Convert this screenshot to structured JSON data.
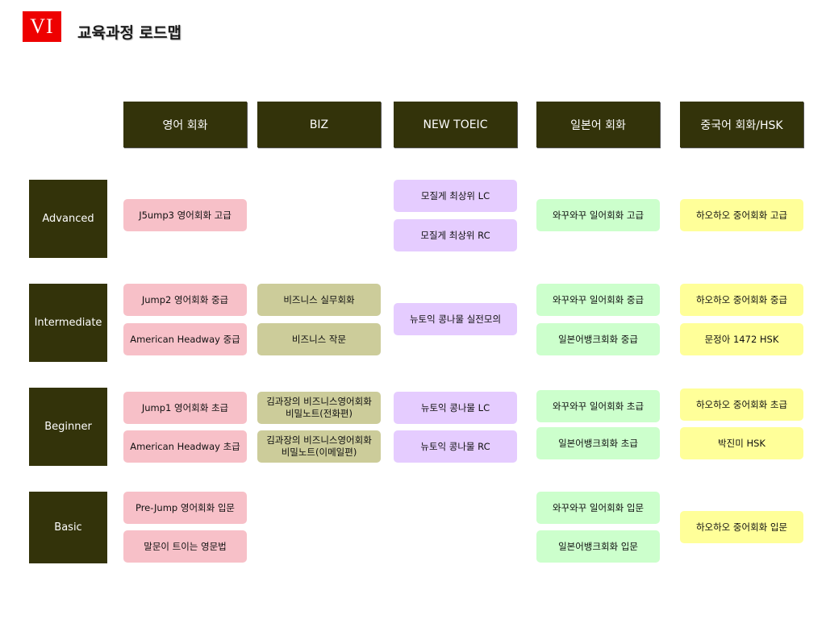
{
  "header": {
    "badge": "VI",
    "title": "교육과정 로드맵"
  },
  "columns": [
    "영어 회화",
    "BIZ",
    "NEW TOEIC",
    "일본어 회화",
    "중국어 회화/HSK"
  ],
  "levels": [
    "Advanced",
    "Intermediate",
    "Beginner",
    "Basic"
  ],
  "cells": {
    "advanced": {
      "english_1": "J5ump3 영어회화 고급",
      "toeic_1": "모질게 최상위 LC",
      "toeic_2": "모질게 최상위 RC",
      "japanese_1": "와꾸와꾸 일어회화  고급",
      "chinese_1": "하오하오 중어회화  고급"
    },
    "intermediate": {
      "english_1": "Jump2 영어회화 중급",
      "english_2": "American Headway 중급",
      "biz_1": "비즈니스 실무회화",
      "biz_2": "비즈니스 작문",
      "toeic_1": "뉴토익 콩나물 실전모의",
      "japanese_1": "와꾸와꾸 일어회화 중급",
      "japanese_2": "일본어뱅크회화 중급",
      "chinese_1": "하오하오 중어회화 중급",
      "chinese_2": "문정아 1472 HSK"
    },
    "beginner": {
      "english_1": "Jump1 영어회화 초급",
      "english_2": "American Headway 초급",
      "biz_1_line1": "김과장의 비즈니스영어회화",
      "biz_1_line2": "비밀노트(전화편)",
      "biz_2_line1": "김과장의 비즈니스영어회화",
      "biz_2_line2": "비밀노트(이메일편)",
      "toeic_1": "뉴토익 콩나물 LC",
      "toeic_2": "뉴토익 콩나물 RC",
      "japanese_1": "와꾸와꾸 일어회화 초급",
      "japanese_2": "일본어뱅크회화 초급",
      "chinese_1": "하오하오 중어회화 초급",
      "chinese_2": "박진미 HSK"
    },
    "basic": {
      "english_1": "Pre-Jump 영어회화 입문",
      "english_2": "말문이 트이는 영문법",
      "japanese_1": "와꾸와꾸 일어회화 입문",
      "japanese_2": "일본어뱅크회화 입문",
      "chinese_1": "하오하오 중어회화 입문"
    }
  },
  "colors": {
    "header_bg": "#33330a",
    "badge_bg": "#ee0000",
    "english": "#f7c0c8",
    "biz": "#cccc9a",
    "toeic": "#e5ccff",
    "japanese": "#ccffcc",
    "chinese": "#ffff99"
  }
}
